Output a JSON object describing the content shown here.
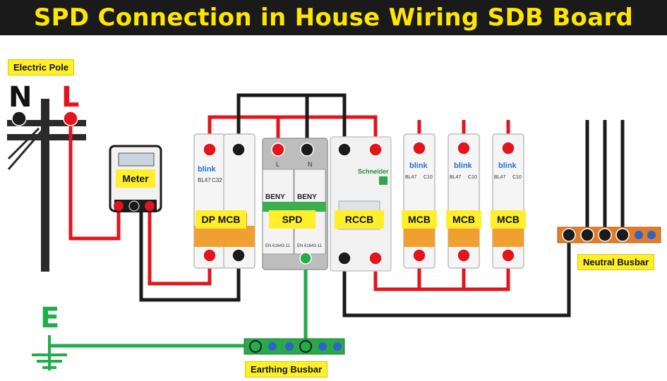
{
  "title": "SPD Connection in House Wiring SDB Board",
  "labels": {
    "electric_pole": "Electric Pole",
    "meter": "Meter",
    "dp_mcb": "DP MCB",
    "spd": "SPD",
    "rccb": "RCCB",
    "mcb1": "MCB",
    "mcb2": "MCB",
    "mcb3": "MCB",
    "neutral_busbar": "Neutral Busbar",
    "earthing_busbar": "Earthing Busbar"
  },
  "letters": {
    "neutral": "N",
    "line": "L",
    "earth": "E"
  },
  "device_text": {
    "dp_brand": "blink",
    "dp_model": "BL47",
    "dp_rating": "C32",
    "spd_brand": "BENY",
    "spd_pole_l": "L",
    "spd_pole_n": "N",
    "spd_std": "EN 61643-11",
    "rccb_brand": "Schneider",
    "mcb_brand": "blink",
    "mcb_model": "BL47",
    "mcb_rating": "C10"
  },
  "colors": {
    "title_bg": "#1a1a1a",
    "title_text": "#ffe600",
    "label_bg": "#ffef2a",
    "line_wire": "#e3141b",
    "neutral_wire": "#1b1b1b",
    "earth_wire": "#1fae4b",
    "busbar_neutral": "#e07c2a",
    "busbar_earth": "#2aa84a"
  }
}
